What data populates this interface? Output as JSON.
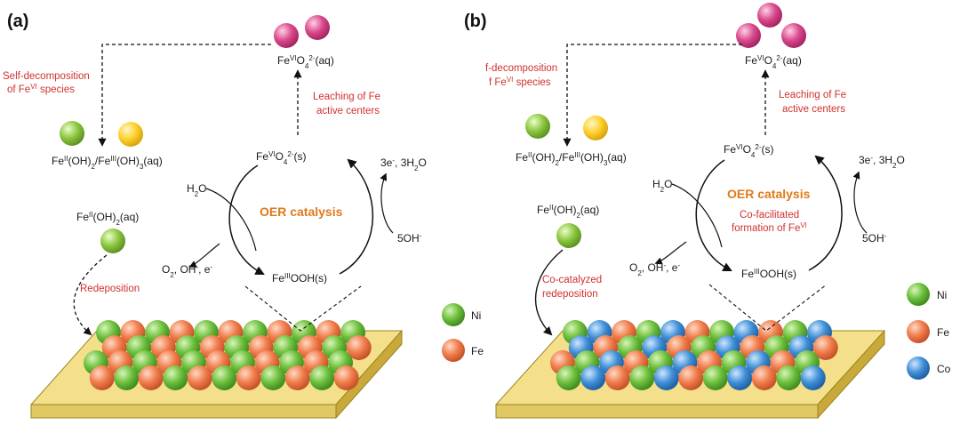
{
  "colors": {
    "ni": "#6cbf3c",
    "fe": "#f07b4a",
    "co": "#3f8fd6",
    "feii": "#8cc63f",
    "feiii": "#ffd02b",
    "fevi": "#d9498c",
    "substrate_top": "#f4e08a",
    "substrate_side": "#c9a93a",
    "red_text": "#d0312d",
    "orange_text": "#e07a1a"
  },
  "panels": [
    {
      "id": "a",
      "label": "(a)",
      "fevi_aq": "FeVIO42-(aq)",
      "self_decomposition": [
        "Self-decomposition",
        "of FeVI species"
      ],
      "fe_hydroxides": "FeII(OH)2/FeIII(OH)3(aq)",
      "leaching": [
        "Leaching of Fe",
        "active centers"
      ],
      "fevi_s": "FeVIO42-(s)",
      "electrons_water": "3e-, 3H2O",
      "water": "H2O",
      "oer_catalysis": "OER catalysis",
      "extra_lines": [],
      "feii_aq": "FeII(OH)2(aq)",
      "hydroxide": "5OH-",
      "products": "O2, OH-, e-",
      "feiii_ooh": "FeIIIOOH(s)",
      "redeposition": [
        "Redeposition"
      ],
      "legend": [
        {
          "name": "Ni",
          "color_key": "ni"
        },
        {
          "name": "Fe",
          "color_key": "fe"
        }
      ]
    },
    {
      "id": "b",
      "label": "(b)",
      "fevi_aq": "FeVIO42-(aq)",
      "self_decomposition": [
        "f-decomposition",
        "f FeVI species"
      ],
      "fe_hydroxides": "FeII(OH)2/FeIII(OH)3(aq)",
      "leaching": [
        "Leaching of Fe",
        "active centers"
      ],
      "fevi_s": "FeVIO42-(s)",
      "electrons_water": "3e-, 3H2O",
      "water": "H2O",
      "oer_catalysis": "OER catalysis",
      "extra_lines": [
        "Co-facilitated",
        "formation of FeVI"
      ],
      "feii_aq": "FeII(OH)2(aq)",
      "hydroxide": "5OH-",
      "products": "O2, OH-, e-",
      "feiii_ooh": "FeIIIOOH(s)",
      "redeposition": [
        "Co-catalyzed",
        "redeposition"
      ],
      "legend": [
        {
          "name": "Ni",
          "color_key": "ni"
        },
        {
          "name": "Fe",
          "color_key": "fe"
        },
        {
          "name": "Co",
          "color_key": "co"
        }
      ]
    }
  ]
}
